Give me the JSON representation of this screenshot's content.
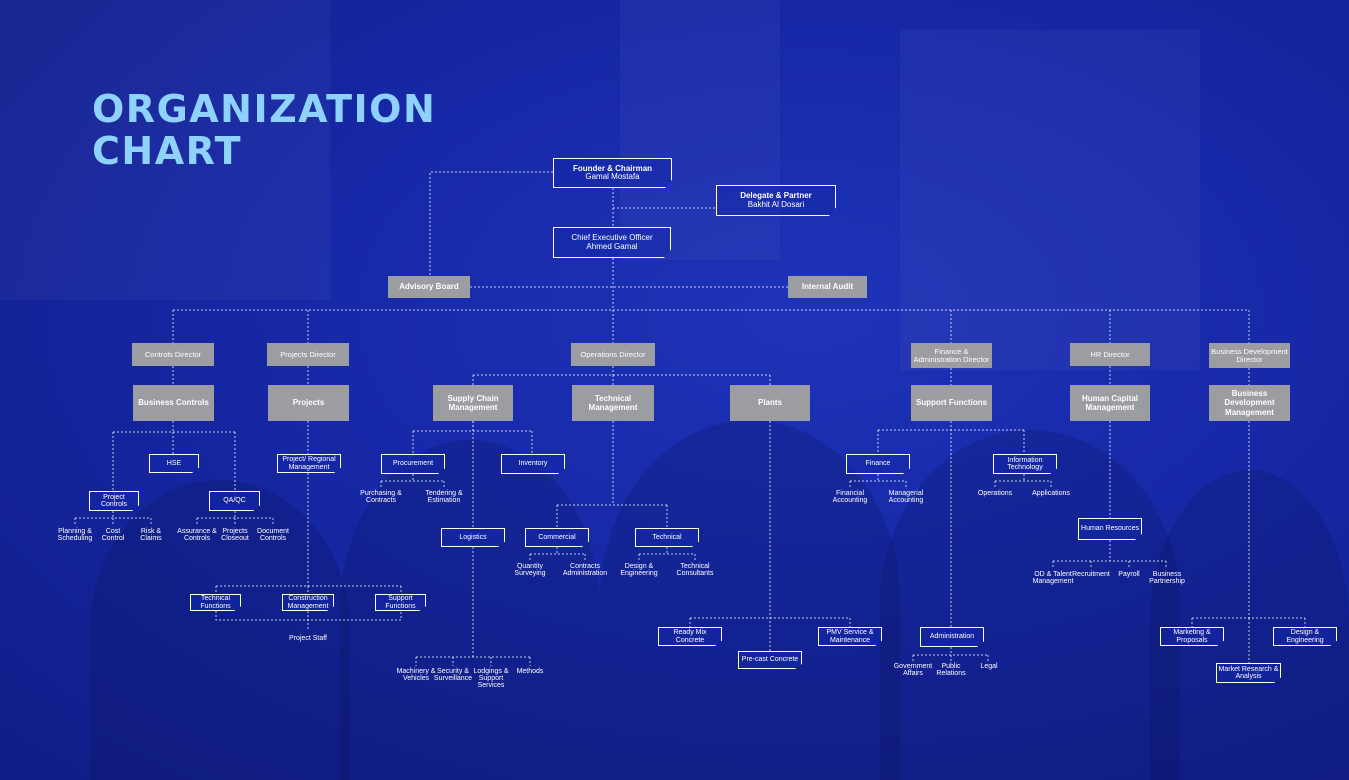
{
  "title": {
    "line1": "ORGANIZATION",
    "line2": "CHART"
  },
  "chart": {
    "founder": {
      "role": "Founder & Chairman",
      "name": "Gamal Mostafa"
    },
    "delegate": {
      "role": "Delegate & Partner",
      "name": "Bakhit Al Dosari"
    },
    "ceo": {
      "role": "Chief Executive Officer",
      "name": "Ahmed Gamal"
    },
    "advisory_board": "Advisory Board",
    "internal_audit": "Internal Audit",
    "directors": {
      "controls": "Controls Director",
      "projects": "Projects Director",
      "operations": "Operations Director",
      "finance": "Finance & Administration Director",
      "hr": "HR Director",
      "business_dev": "Business Development Director"
    },
    "departments": {
      "business_controls": "Business Controls",
      "projects": "Projects",
      "supply_chain": "Supply Chain Management",
      "technical_mgmt": "Technical Management",
      "plants": "Plants",
      "support_functions": "Support Functions",
      "human_capital": "Human Capital Management",
      "business_dev_mgmt": "Business Development Management"
    },
    "units": {
      "hse": "HSE",
      "project_controls": "Project Controls",
      "qa_qc": "QA/QC",
      "project_regional": "Project/ Regional Management",
      "procurement": "Procurement",
      "inventory": "Inventory",
      "logistics": "Logistics",
      "commercial": "Commercial",
      "technical": "Technical",
      "technical_functions": "Technical Functions",
      "construction_mgmt": "Construction Management",
      "support_functions_small": "Support Functions",
      "finance": "Finance",
      "info_tech": "Information Technology",
      "human_resources": "Human Resources",
      "ready_mix": "Ready Mix Concrete",
      "precast": "Pre-cast Concrete",
      "pmv": "PMV Service & Maintenance",
      "administration": "Administration",
      "marketing": "Marketing & Proposals",
      "design_eng": "Design & Engineering",
      "market_research": "Market Research & Analysis"
    },
    "labels": {
      "planning": "Planning & Scheduling",
      "cost_control": "Cost Control",
      "risk_claims": "Risk & Claims",
      "assurance": "Assurance & Controls",
      "projects_closeout": "Projects Closeout",
      "document_controls": "Document Controls",
      "purchasing": "Purchasing & Contracts",
      "tendering": "Tendering & Estimation",
      "quantity_surveying": "Quantity Surveying",
      "contracts_admin": "Contracts Administration",
      "design_engineering": "Design & Engineering",
      "technical_consultants": "Technical Consultants",
      "project_staff": "Project Staff",
      "machinery": "Machinery & Vehicles",
      "security": "Security & Surveillance",
      "lodgings": "Lodgings & Support Services",
      "methods": "Methods",
      "financial_accounting": "Financial Accounting",
      "managerial_accounting": "Managerial Accounting",
      "operations": "Operations",
      "applications": "Applications",
      "od_talent": "OD & Talent Management",
      "recruitment": "Recruitment",
      "payroll": "Payroll",
      "business_partnership": "Business Partnership",
      "government_affairs": "Government Affairs",
      "public_relations": "Public Relations",
      "legal": "Legal"
    }
  }
}
